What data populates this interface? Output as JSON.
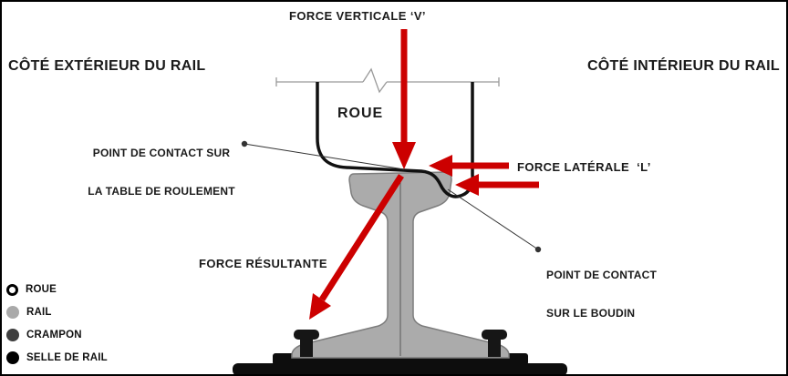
{
  "colors": {
    "arrow_red": "#cc0000",
    "rail_gray": "#ababab",
    "rail_outline": "#7d7d7d",
    "wheel_black": "#111111",
    "plate_black": "#0d0d0d",
    "text": "#1a1a1a"
  },
  "labels": {
    "force_verticale": "FORCE VERTICALE ‘V’",
    "cote_exterieur": "CÔTÉ EXTÉRIEUR DU RAIL",
    "cote_interieur": "CÔTÉ INTÉRIEUR DU RAIL",
    "roue": "ROUE",
    "contact_table_line1": "POINT DE CONTACT SUR",
    "contact_table_line2": "LA TABLE DE ROULEMENT",
    "force_laterale": "FORCE LATÉRALE  ‘L’",
    "contact_boudin_line1": "POINT DE CONTACT",
    "contact_boudin_line2": "SUR LE BOUDIN",
    "force_resultante": "FORCE RÉSULTANTE"
  },
  "legend": {
    "items": [
      {
        "label": "ROUE",
        "swatch": "wheel",
        "color": "#ffffff"
      },
      {
        "label": "RAIL",
        "swatch": "rail",
        "color": "#a9a9a9"
      },
      {
        "label": "CRAMPON",
        "swatch": "crampon",
        "color": "#3f3f3f"
      },
      {
        "label": "SELLE DE RAIL",
        "swatch": "selle",
        "color": "#000000"
      }
    ]
  }
}
